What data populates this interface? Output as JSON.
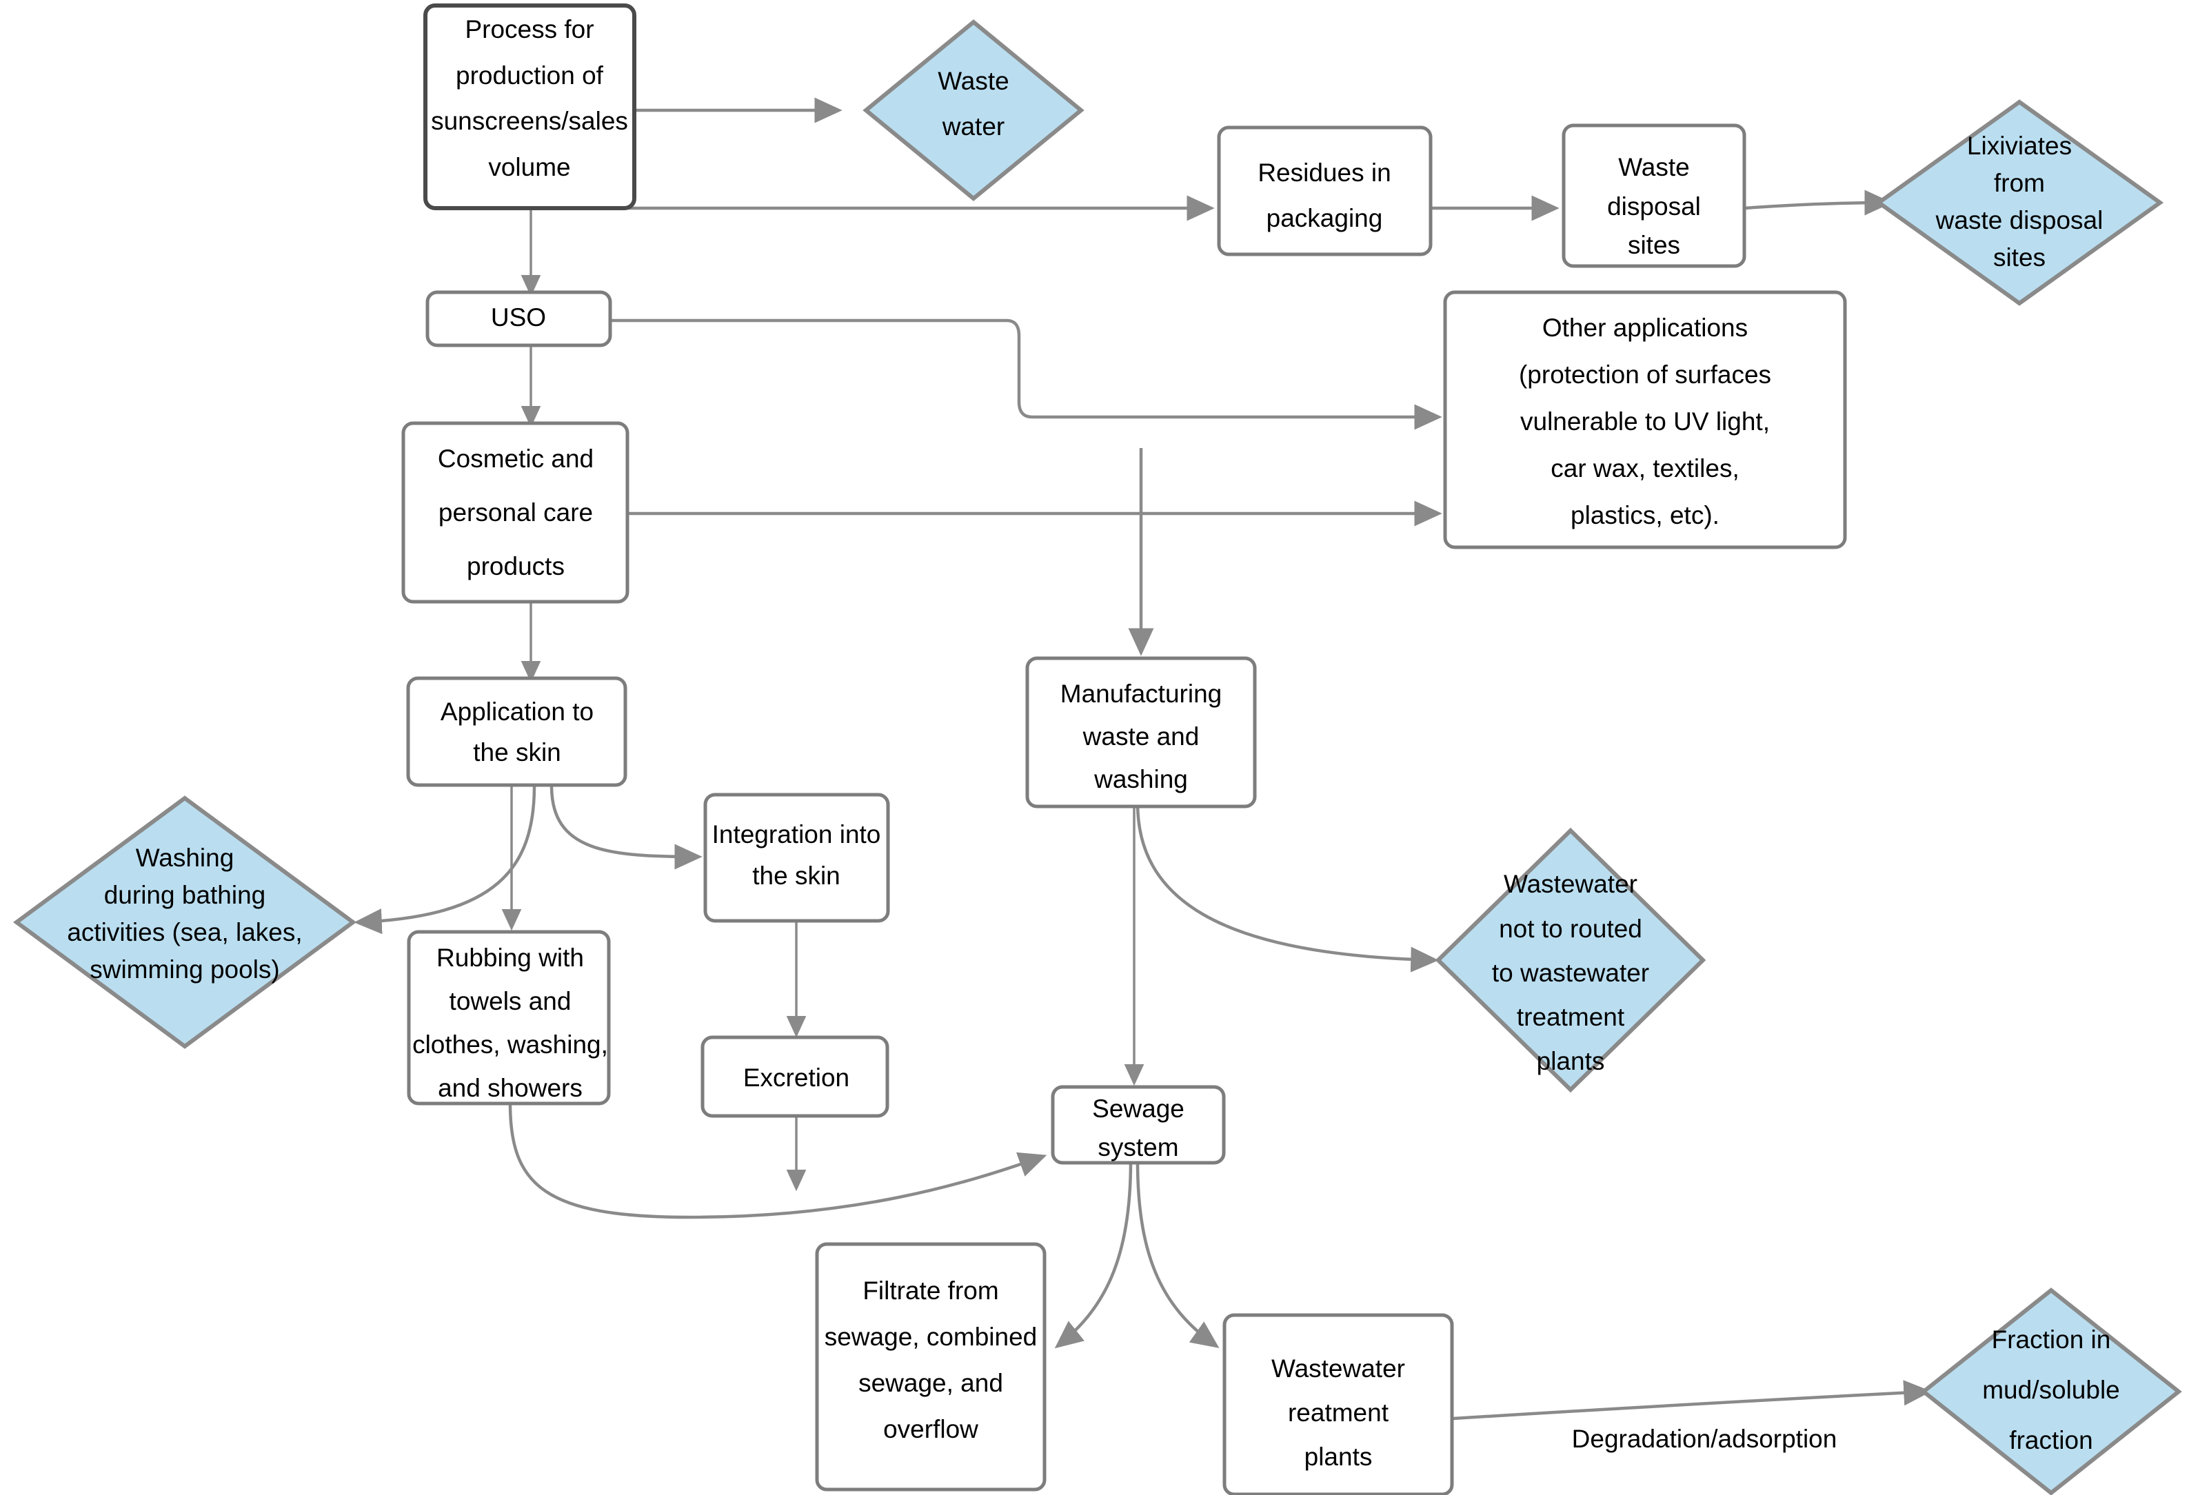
{
  "diagram": {
    "title": "Sunscreen UV-filter environmental emission pathway flowchart",
    "colors": {
      "diamond_fill": "#badef0",
      "node_stroke": "#7d7d7d",
      "emphasis_stroke": "#4a4a4a",
      "edge_stroke": "#8a8a8a",
      "text": "#000000",
      "background": "#ffffff"
    },
    "nodes": [
      {
        "id": "process",
        "shape": "rect",
        "emphasis": true,
        "lines": [
          "Process for",
          "production of",
          "sunscreens/sales",
          "volume"
        ]
      },
      {
        "id": "waste_water",
        "shape": "diamond",
        "lines": [
          "Waste",
          "water"
        ]
      },
      {
        "id": "residues_packaging",
        "shape": "rect",
        "lines": [
          "Residues in",
          "packaging"
        ]
      },
      {
        "id": "waste_disposal_sites",
        "shape": "rect",
        "lines": [
          "Waste",
          "disposal",
          "sites"
        ]
      },
      {
        "id": "lixiviates",
        "shape": "diamond",
        "lines": [
          "Lixiviates",
          "from",
          "waste disposal",
          "sites"
        ]
      },
      {
        "id": "uso",
        "shape": "rect",
        "lines": [
          "USO"
        ]
      },
      {
        "id": "other_applications",
        "shape": "rect",
        "lines": [
          "Other applications",
          "(protection of surfaces",
          "vulnerable to UV light,",
          "car wax, textiles,",
          "plastics, etc)."
        ]
      },
      {
        "id": "cosmetic_products",
        "shape": "rect",
        "lines": [
          "Cosmetic and",
          "personal care",
          "products"
        ]
      },
      {
        "id": "manufacturing_waste",
        "shape": "rect",
        "lines": [
          "Manufacturing",
          "waste and",
          "washing"
        ]
      },
      {
        "id": "application_skin",
        "shape": "rect",
        "lines": [
          "Application to",
          "the skin"
        ]
      },
      {
        "id": "washing_bathing",
        "shape": "diamond",
        "lines": [
          "Washing",
          "during bathing",
          "activities (sea, lakes,",
          "swimming pools)"
        ]
      },
      {
        "id": "integration_skin",
        "shape": "rect",
        "lines": [
          "Integration into",
          "the skin"
        ]
      },
      {
        "id": "rubbing_towels",
        "shape": "rect",
        "lines": [
          "Rubbing with",
          "towels and",
          "clothes, washing,",
          "and showers"
        ]
      },
      {
        "id": "excretion",
        "shape": "rect",
        "lines": [
          "Excretion"
        ]
      },
      {
        "id": "wastewater_not_routed",
        "shape": "diamond",
        "lines": [
          "Wastewater",
          "not to routed",
          "to wastewater",
          "treatment",
          "plants"
        ]
      },
      {
        "id": "sewage_system",
        "shape": "rect",
        "lines": [
          "Sewage",
          "system"
        ]
      },
      {
        "id": "filtrate_sewage",
        "shape": "rect",
        "lines": [
          "Filtrate from",
          "sewage, combined",
          "sewage, and",
          "overflow"
        ]
      },
      {
        "id": "wastewater_treatment",
        "shape": "rect",
        "lines": [
          "Wastewater",
          "reatment",
          "plants"
        ]
      },
      {
        "id": "fraction_mud",
        "shape": "diamond",
        "lines": [
          "Fraction in",
          "mud/soluble",
          "fraction"
        ]
      }
    ],
    "edges": [
      {
        "from": "process",
        "to": "waste_water",
        "label": ""
      },
      {
        "from": "process",
        "to": "residues_packaging",
        "label": ""
      },
      {
        "from": "process",
        "to": "uso",
        "label": ""
      },
      {
        "from": "residues_packaging",
        "to": "waste_disposal_sites",
        "label": ""
      },
      {
        "from": "waste_disposal_sites",
        "to": "lixiviates",
        "label": ""
      },
      {
        "from": "uso",
        "to": "other_applications",
        "label": ""
      },
      {
        "from": "uso",
        "to": "cosmetic_products",
        "label": ""
      },
      {
        "from": "cosmetic_products",
        "to": "other_applications",
        "label": ""
      },
      {
        "from": "cosmetic_products",
        "to": "application_skin",
        "label": ""
      },
      {
        "from": "other_applications",
        "to": "manufacturing_waste",
        "label": ""
      },
      {
        "from": "application_skin",
        "to": "washing_bathing",
        "label": ""
      },
      {
        "from": "application_skin",
        "to": "rubbing_towels",
        "label": ""
      },
      {
        "from": "application_skin",
        "to": "integration_skin",
        "label": ""
      },
      {
        "from": "integration_skin",
        "to": "excretion",
        "label": ""
      },
      {
        "from": "excretion",
        "to": "sewage_system",
        "label": ""
      },
      {
        "from": "rubbing_towels",
        "to": "sewage_system",
        "label": ""
      },
      {
        "from": "manufacturing_waste",
        "to": "wastewater_not_routed",
        "label": ""
      },
      {
        "from": "manufacturing_waste",
        "to": "sewage_system",
        "label": ""
      },
      {
        "from": "sewage_system",
        "to": "filtrate_sewage",
        "label": ""
      },
      {
        "from": "sewage_system",
        "to": "wastewater_treatment",
        "label": ""
      },
      {
        "from": "wastewater_treatment",
        "to": "fraction_mud",
        "label": "Degradation/adsorption"
      }
    ],
    "edge_labels": {
      "degradation": "Degradation/adsorption"
    }
  }
}
